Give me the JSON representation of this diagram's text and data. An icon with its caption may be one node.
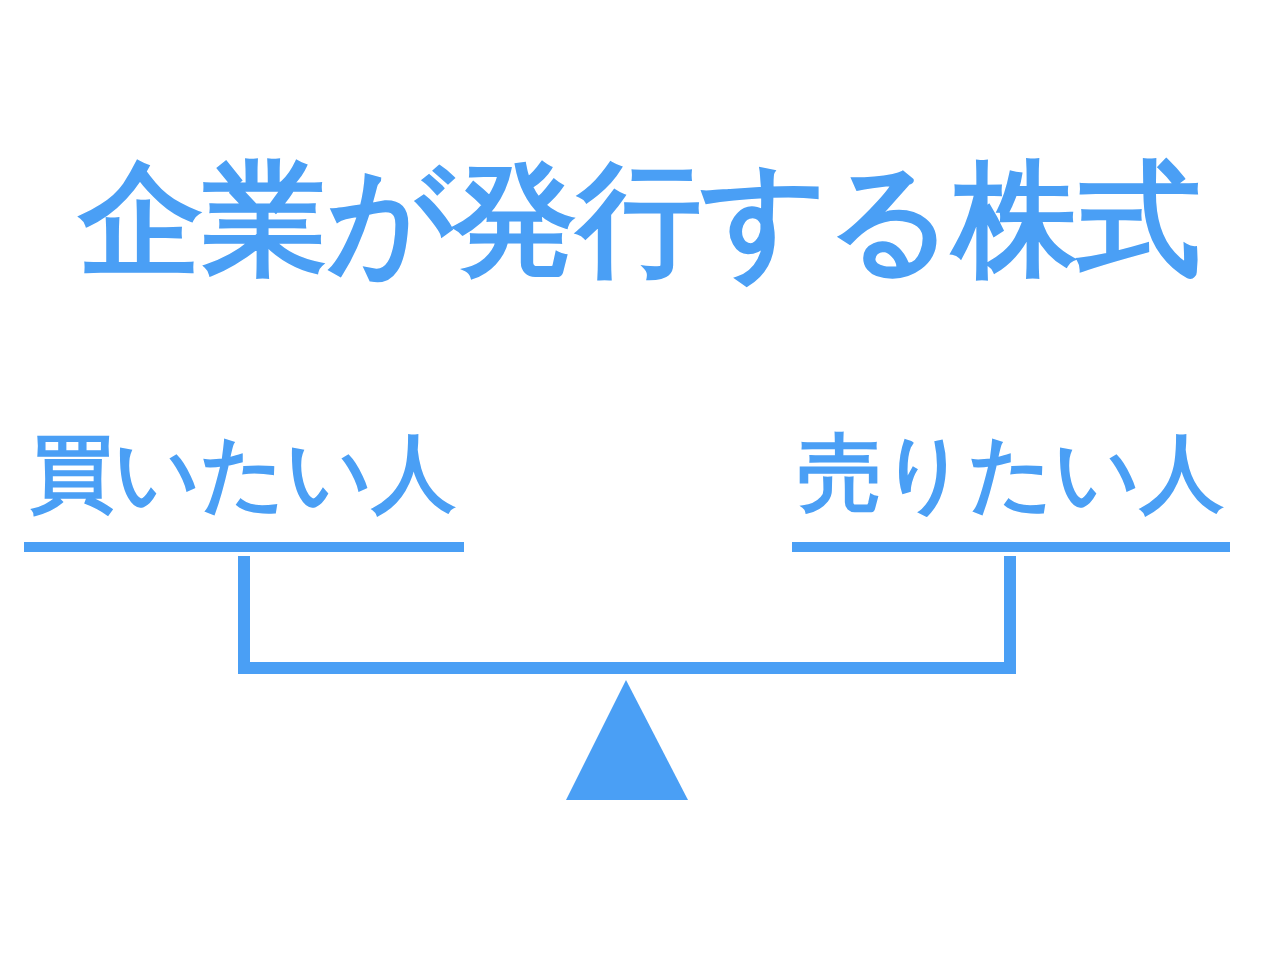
{
  "diagram": {
    "title": "企業が発行する株式",
    "labels": [
      "買いたい人",
      "売りたい人"
    ]
  }
}
